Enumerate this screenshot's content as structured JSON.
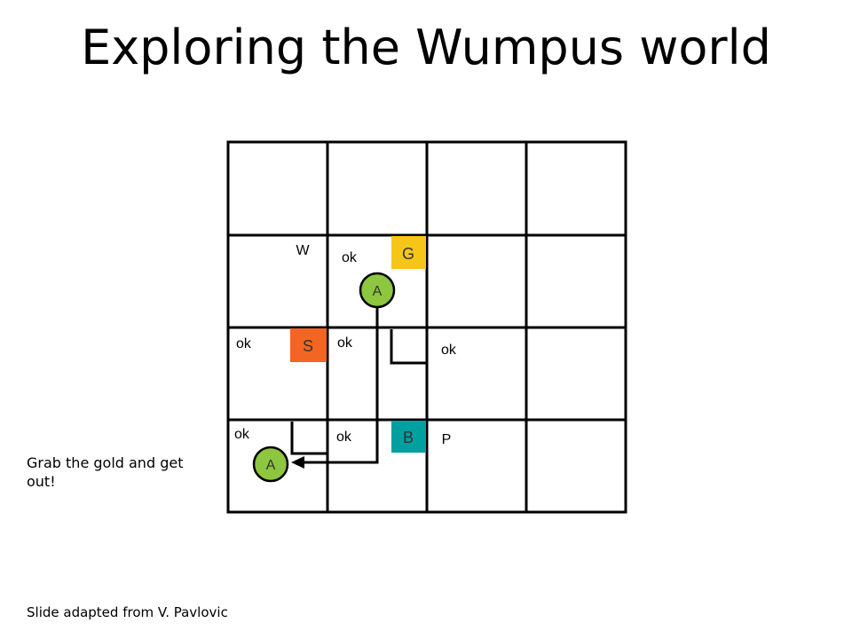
{
  "title": "Exploring the Wumpus world",
  "note": "Grab the gold and get out!",
  "credit": "Slide adapted from V. Pavlovic",
  "colors": {
    "agent": "#8DC63F",
    "gold": "#F5C518",
    "stench": "#F26522",
    "breeze": "#00A0A0",
    "line": "#000000"
  },
  "labels": {
    "wumpus": "W",
    "pit": "P",
    "gold": "G",
    "stench": "S",
    "breeze": "B",
    "agent": "A",
    "ok": "ok"
  }
}
